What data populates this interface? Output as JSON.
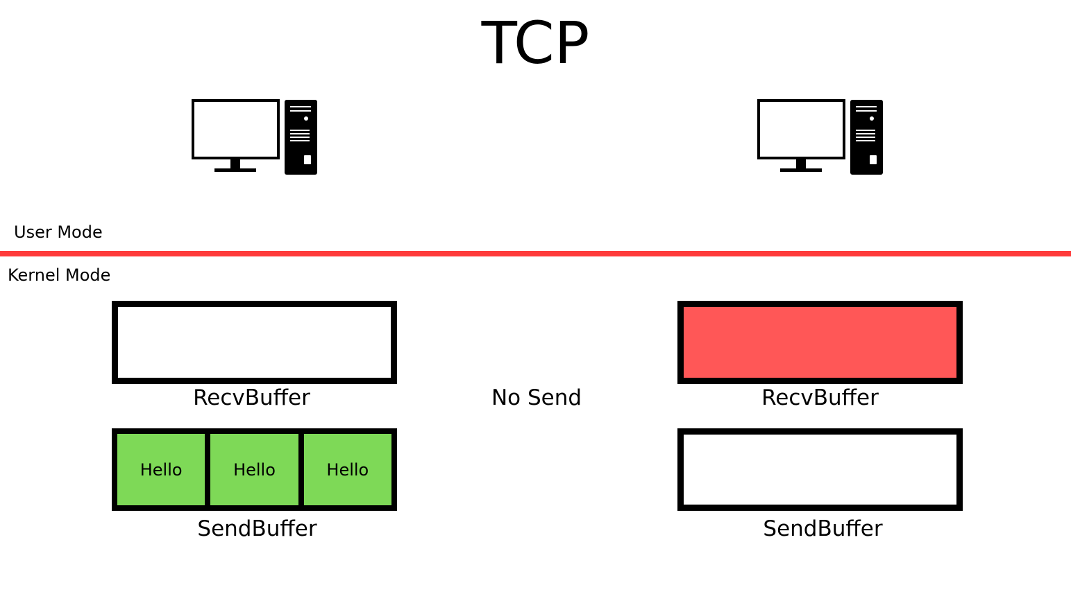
{
  "title": "TCP",
  "hosts": [
    {
      "icon": "desktop-computer-icon",
      "recv_buffer": {
        "label": "RecvBuffer",
        "fill": "#ffffff"
      },
      "send_buffer": {
        "label": "SendBuffer",
        "messages": [
          "Hello",
          "Hello",
          "Hello"
        ],
        "message_fill": "#7ed957"
      }
    },
    {
      "icon": "desktop-computer-icon",
      "recv_buffer": {
        "label": "RecvBuffer",
        "fill": "#ff5757"
      },
      "send_buffer": {
        "label": "SendBuffer",
        "fill": "#ffffff"
      }
    }
  ],
  "modes": {
    "user": "User Mode",
    "kernel": "Kernel Mode",
    "divider_color": "#ff3b3b"
  },
  "status": "No Send"
}
